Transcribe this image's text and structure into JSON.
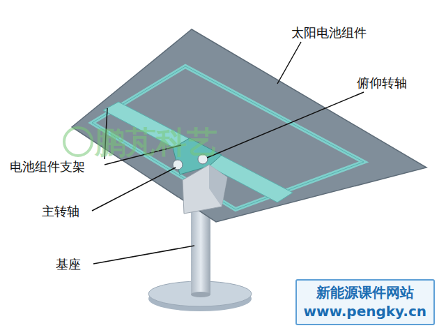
{
  "diagram": {
    "nodes": [
      {
        "text": [
          "新能源课件网站",
          "www.pengky.cn"
        ]
      }
    ],
    "labels": [
      "太阳电池组件",
      "俯仰转轴",
      "电池组件支架",
      "主转轴",
      "基座",
      "鹏芃科艺"
    ]
  }
}
